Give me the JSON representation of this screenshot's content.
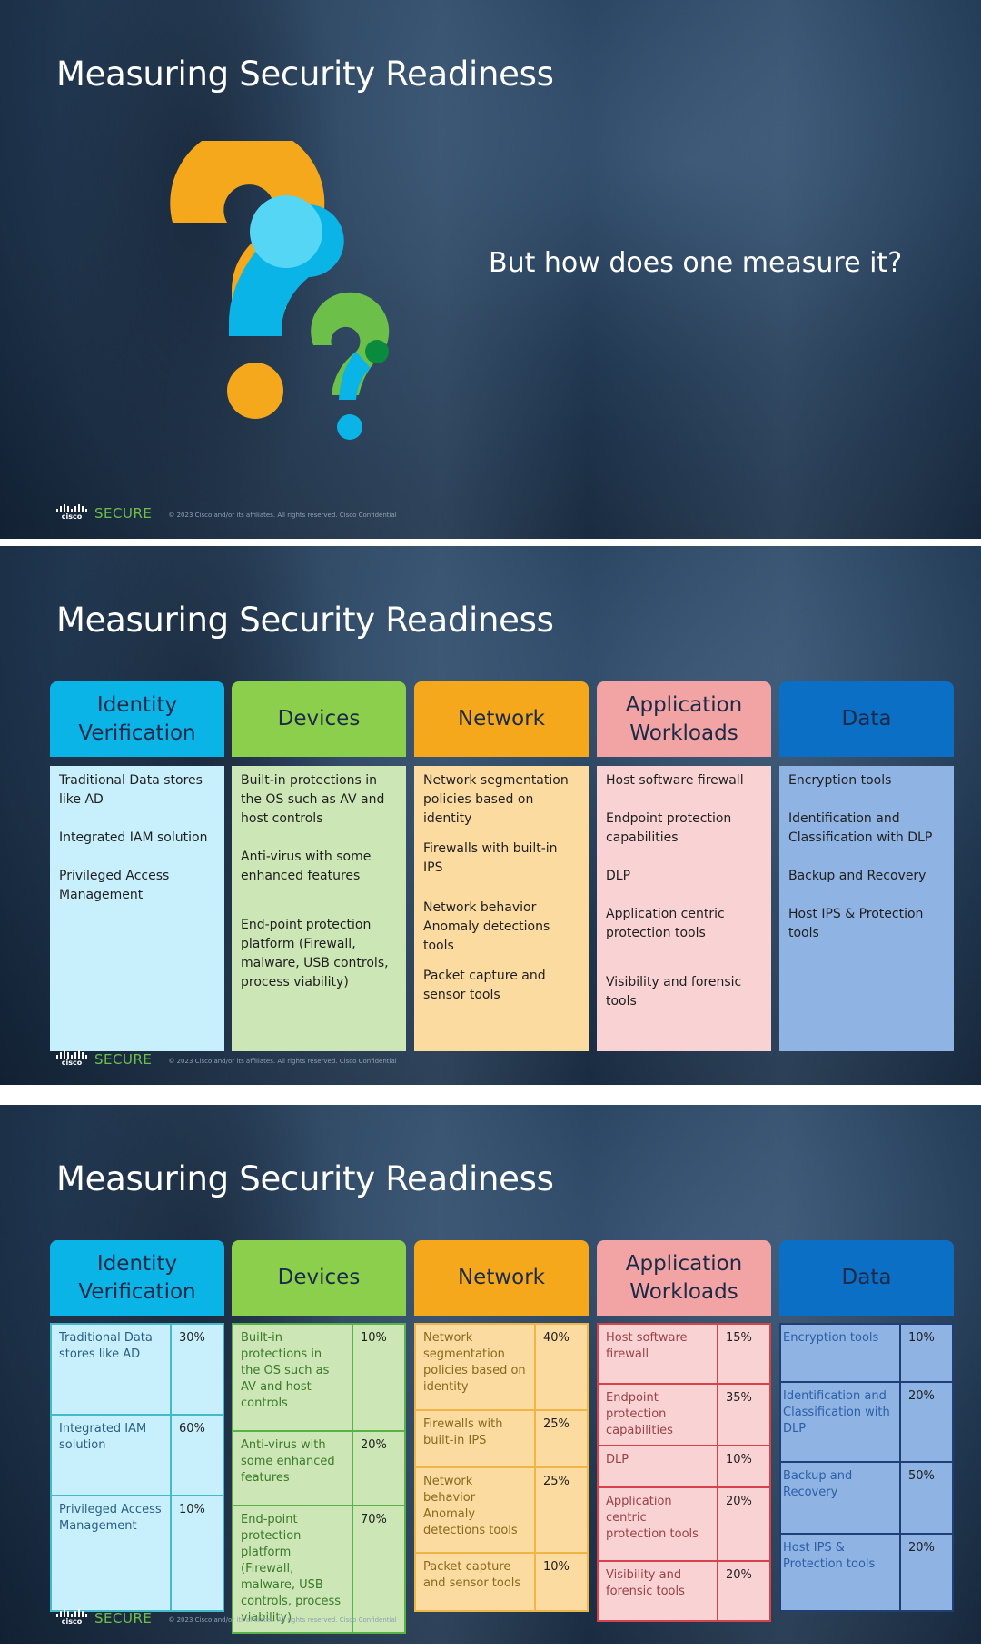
{
  "slide1": {
    "title": "Measuring Security Readiness",
    "question": "But how does one measure it?",
    "colors": {
      "orange": "#f5a81c",
      "cyan": "#0bb4e6",
      "light_cyan": "#55d6f5",
      "green": "#6cc04a",
      "dark_green": "#0a8a3c"
    }
  },
  "slide2": {
    "title": "Measuring Security Readiness",
    "columns": [
      {
        "heading": "Identity Verification",
        "color": "#0bb4e6",
        "items": [
          "Traditional Data stores like AD",
          "Integrated IAM solution",
          "Privileged Access Management"
        ]
      },
      {
        "heading": "Devices",
        "color": "#8ccf4c",
        "items": [
          "Built-in protections in the OS such as AV and host controls",
          "Anti-virus with some enhanced features",
          "End-point protection platform (Firewall, malware, USB controls, process viability)"
        ]
      },
      {
        "heading": "Network",
        "color": "#f5a81c",
        "items": [
          "Network segmentation policies based on identity",
          "Firewalls with built-in IPS",
          "Network behavior Anomaly detections tools",
          "Packet capture and sensor tools"
        ]
      },
      {
        "heading": "Application Workloads",
        "color": "#f2a3a3",
        "items": [
          "Host software firewall",
          "Endpoint protection capabilities",
          "DLP",
          "Application centric protection tools",
          "Visibility and forensic tools"
        ]
      },
      {
        "heading": "Data",
        "color": "#0b6fc6",
        "items": [
          "Encryption tools",
          "Identification and Classification with DLP",
          "Backup and Recovery",
          "Host IPS & Protection tools"
        ]
      }
    ]
  },
  "slide3": {
    "title": "Measuring Security Readiness",
    "columns": [
      {
        "heading": "Identity Verification",
        "rows": [
          {
            "item": "Traditional Data stores like AD",
            "pct": "30%"
          },
          {
            "item": "Integrated IAM solution",
            "pct": "60%"
          },
          {
            "item": "Privileged Access Management",
            "pct": "10%"
          }
        ]
      },
      {
        "heading": "Devices",
        "rows": [
          {
            "item": "Built-in protections in the OS such as AV and host controls",
            "pct": "10%"
          },
          {
            "item": "Anti-virus with some enhanced features",
            "pct": "20%"
          },
          {
            "item": "End-point protection platform (Firewall, malware, USB controls, process viability)",
            "pct": "70%"
          }
        ]
      },
      {
        "heading": "Network",
        "rows": [
          {
            "item": "Network segmentation policies based on identity",
            "pct": "40%"
          },
          {
            "item": "Firewalls with built-in IPS",
            "pct": "25%"
          },
          {
            "item": "Network behavior Anomaly detections tools",
            "pct": "25%"
          },
          {
            "item": "Packet capture and sensor tools",
            "pct": "10%"
          }
        ]
      },
      {
        "heading": "Application Workloads",
        "rows": [
          {
            "item": "Host software firewall",
            "pct": "15%"
          },
          {
            "item": "Endpoint protection capabilities",
            "pct": "35%"
          },
          {
            "item": "DLP",
            "pct": "10%"
          },
          {
            "item": "Application centric protection tools",
            "pct": "20%"
          },
          {
            "item": "Visibility and forensic tools",
            "pct": "20%"
          }
        ]
      },
      {
        "heading": "Data",
        "rows": [
          {
            "item": "Encryption tools",
            "pct": "10%"
          },
          {
            "item": "Identification and Classification with DLP",
            "pct": "20%"
          },
          {
            "item": "Backup and Recovery",
            "pct": "50%"
          },
          {
            "item": "Host IPS & Protection tools",
            "pct": "20%"
          }
        ]
      }
    ]
  },
  "footer": {
    "brand_secure": "SECURE",
    "cisco_word": "cisco",
    "copyright": "© 2023 Cisco and/or its affiliates. All rights reserved. Cisco Confidential"
  }
}
